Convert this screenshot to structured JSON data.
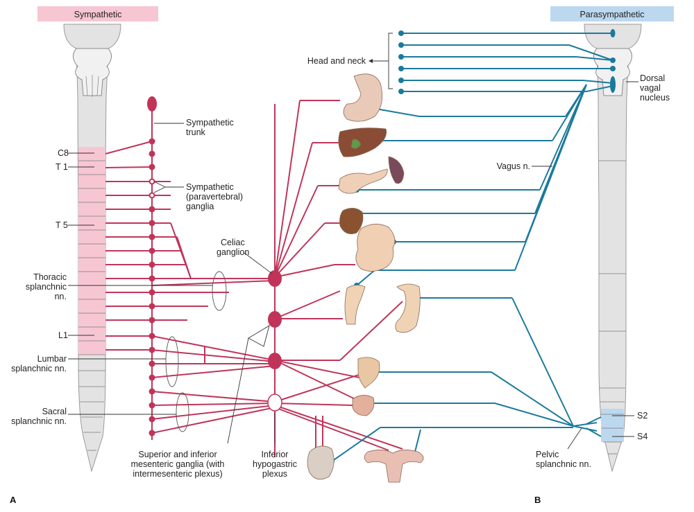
{
  "headers": {
    "sympathetic": "Sympathetic",
    "parasympathetic": "Parasympathetic"
  },
  "panels": {
    "a": "A",
    "b": "B"
  },
  "colors": {
    "sympathetic": "#c0345a",
    "sympathetic_bg": "#f7c6d3",
    "parasympathetic": "#1a7a9c",
    "parasympathetic_bg": "#bcd8ef",
    "cord": "#e3e3e3"
  },
  "labels": {
    "c8": "C8",
    "t1": "T 1",
    "t5": "T 5",
    "l1": "L1",
    "thoracic": [
      "Thoracic",
      "splanchnic",
      "nn."
    ],
    "lumbar": [
      "Lumbar",
      "splanchnic nn."
    ],
    "sacral": [
      "Sacral",
      "splanchnic nn."
    ],
    "symp_trunk": [
      "Sympathetic",
      "trunk"
    ],
    "symp_ganglia": [
      "Sympathetic",
      "(paravertebral)",
      "ganglia"
    ],
    "celiac": [
      "Celiac",
      "ganglion"
    ],
    "mesenteric": [
      "Superior and inferior",
      "mesenteric ganglia (with",
      "intermesenteric plexus)"
    ],
    "hypogastric": [
      "Inferior",
      "hypogastric",
      "plexus"
    ],
    "head_neck": "Head and neck",
    "vagus": "Vagus n.",
    "dorsal_vagal": [
      "Dorsal",
      "vagal",
      "nucleus"
    ],
    "pelvic": [
      "Pelvic",
      "splanchnic nn."
    ],
    "s2": "S2",
    "s4": "S4"
  },
  "organs": [
    "stomach",
    "liver",
    "pancreas",
    "spleen",
    "kidney",
    "small-intestine",
    "ascending-colon",
    "descending-colon",
    "rectum",
    "bladder",
    "male-genitalia",
    "uterus"
  ]
}
